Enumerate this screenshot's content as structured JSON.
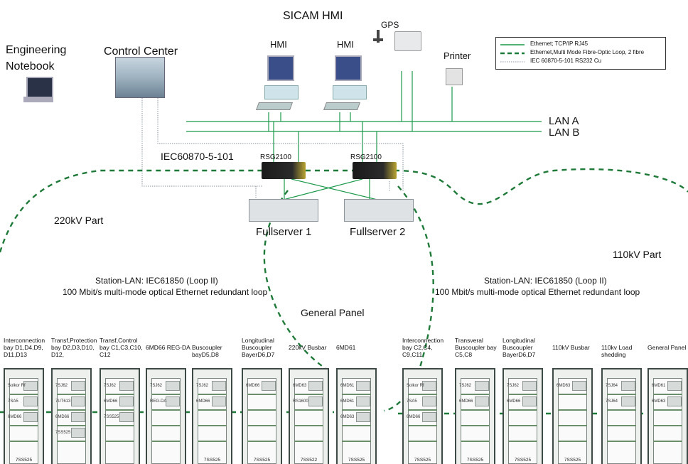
{
  "title": "SICAM HMI",
  "gps": "GPS",
  "engineering_notebook": [
    "Engineering",
    "Notebook"
  ],
  "control_center": "Control  Center",
  "hmi": [
    "HMI",
    "HMI"
  ],
  "printer": "Printer",
  "lan_a": "LAN A",
  "lan_b": "LAN B",
  "iec101": "IEC60870-5-101",
  "switches": [
    "RSG2100",
    "RSG2100"
  ],
  "fullservers": [
    "Fullserver 1",
    "Fullserver 2"
  ],
  "part_220": "220kV Part",
  "part_110": "110kV Part",
  "station_lan_left": [
    "Station-LAN: IEC61850 (Loop II)",
    "100 Mbit/s multi-mode optical Ethernet redundant loop"
  ],
  "station_lan_right": [
    "Station-LAN: IEC61850 (Loop II)",
    "100 Mbit/s multi-mode optical Ethernet redundant loop"
  ],
  "general_panel": "General Panel",
  "legend": {
    "items": [
      "Ethernet; TCP/IP  RJ45",
      "Ethernet,Multi Mode Fibre-Optic Loop, 2 fibre",
      "IEC 60870-5-101  RS232 Cu"
    ],
    "colors": [
      "#1a9a4a",
      "#1a7a3a",
      "#8a93a0"
    ]
  },
  "colors": {
    "ethernet": "#1a9a4a",
    "fibre_loop": "#1f7a3a",
    "rs232": "#8a93a0"
  },
  "cabinets": [
    {
      "header": "Interconnection bay D1,D4,D9, D11,D13",
      "units": [
        "Solkor Rf",
        "7SA5",
        "6MD66"
      ],
      "bottom": "7SS525"
    },
    {
      "header": "Transf,Protection bay D2,D3,D10, D12,",
      "units": [
        "7SJ62",
        "7UT613",
        "6MD66",
        "7SS525"
      ],
      "bottom": ""
    },
    {
      "header": "Transf,Control bay C1,C3,C10, C12",
      "units": [
        "7SJ62",
        "6MD66",
        "7SS525"
      ],
      "bottom": ""
    },
    {
      "header": "6MD66 REG-DA",
      "units": [
        "7SJ62",
        "REG-DA"
      ],
      "bottom": ""
    },
    {
      "header": "Buscoupler bayD5,D8",
      "units": [
        "7SJ62",
        "6MD66"
      ],
      "bottom": "7SS525"
    },
    {
      "header": "Longitudinal Buscoupler BayerD6,D7",
      "units": [
        "6MD66"
      ],
      "bottom": "7SS525"
    },
    {
      "header": "220kV Busbar",
      "units": [
        "6MD63",
        "RS1600"
      ],
      "bottom": "7SS522"
    },
    {
      "header": "6MD61",
      "units": [
        "6MD61",
        "6MD61",
        "6MD63"
      ],
      "bottom": "7SS525"
    },
    {
      "header": "Interconnection bay C2,C4, C9,C11",
      "units": [
        "Solkor Rf",
        "7SA5",
        "6MD66"
      ],
      "bottom": "7SS525"
    },
    {
      "header": "Transveral Buscoupler bay C5,C8",
      "units": [
        "7SJ62",
        "6MD66"
      ],
      "bottom": "7SS525"
    },
    {
      "header": "Longitudinal Buscoupler BayerD6,D7",
      "units": [
        "7SJ62",
        "6MD66"
      ],
      "bottom": "7SS525"
    },
    {
      "header": "110kV Busbar",
      "units": [
        "6MD63"
      ],
      "bottom": "7SS525"
    },
    {
      "header": "110kv Load shedding",
      "units": [
        "7SJ64",
        "7SJ64"
      ],
      "bottom": ""
    },
    {
      "header": "General Panel",
      "units": [
        "6MD61",
        "6MD63"
      ],
      "bottom": ""
    }
  ]
}
